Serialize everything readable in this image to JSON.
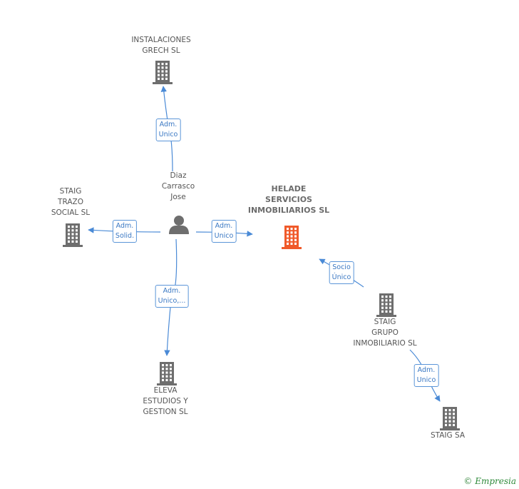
{
  "colors": {
    "edge": "#4a8ad6",
    "company": "#6e6e6e",
    "main_company": "#f05a2a",
    "person": "#6e6e6e"
  },
  "nodes": [
    {
      "id": "instalaciones",
      "label": "INSTALACIONES\nGRECH SL",
      "icon": "building-icon"
    },
    {
      "id": "staig_trazo",
      "label": "STAIG\nTRAZO\nSOCIAL SL",
      "icon": "building-icon"
    },
    {
      "id": "diaz",
      "label": "Diaz\nCarrasco\nJose",
      "icon": "person-icon"
    },
    {
      "id": "helade",
      "label": "HELADE\nSERVICIOS\nINMOBILIARIOS SL",
      "icon": "building-icon"
    },
    {
      "id": "staig_grupo",
      "label": "STAIG\nGRUPO\nINMOBILIARIO SL",
      "icon": "building-icon"
    },
    {
      "id": "eleva",
      "label": "ELEVA\nESTUDIOS Y\nGESTION SL",
      "icon": "building-icon"
    },
    {
      "id": "staig_sa",
      "label": "STAIG SA",
      "icon": "building-icon"
    }
  ],
  "edges": [
    {
      "from": "diaz",
      "to": "instalaciones",
      "label": "Adm.\nUnico"
    },
    {
      "from": "diaz",
      "to": "staig_trazo",
      "label": "Adm.\nSolid."
    },
    {
      "from": "diaz",
      "to": "helade",
      "label": "Adm.\nUnico"
    },
    {
      "from": "diaz",
      "to": "eleva",
      "label": "Adm.\nUnico,..."
    },
    {
      "from": "staig_grupo",
      "to": "helade",
      "label": "Socio\nÚnico"
    },
    {
      "from": "staig_grupo",
      "to": "staig_sa",
      "label": "Adm.\nUnico"
    }
  ],
  "footer": {
    "copyright": "©",
    "brand": "Empresia"
  }
}
